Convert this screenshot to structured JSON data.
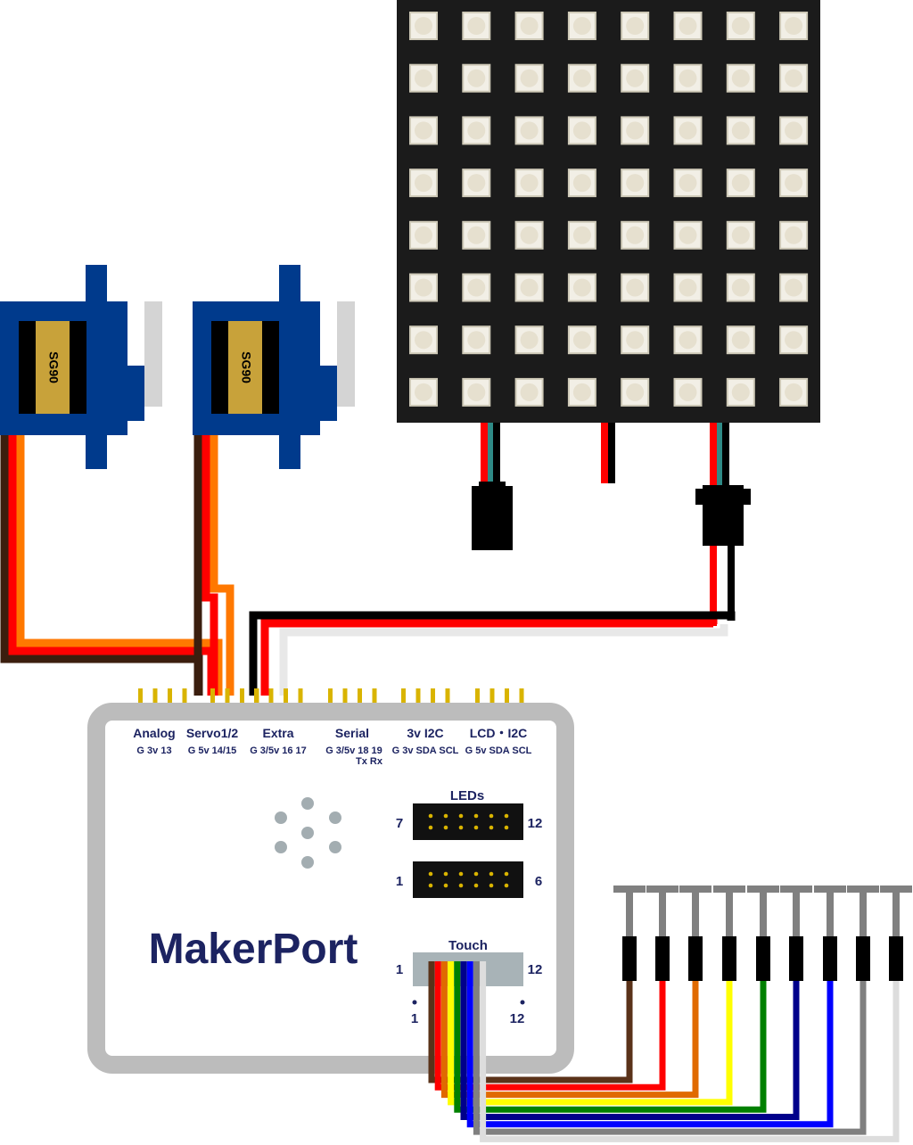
{
  "board": {
    "name": "MakerPort",
    "ports": [
      {
        "title": "Analog",
        "pins": "G 3v 13",
        "pins2": ""
      },
      {
        "title": "Servo1/2",
        "pins": "G 5v 14/15",
        "pins2": ""
      },
      {
        "title": "Extra",
        "pins": "G 3/5v 16 17",
        "pins2": ""
      },
      {
        "title": "Serial",
        "pins": "G 3/5v 18 19",
        "pins2": "Tx Rx"
      },
      {
        "title": "3v I2C",
        "pins": "G 3v SDA SCL",
        "pins2": ""
      },
      {
        "title": "LCD・I2C",
        "pins": "G 5v SDA SCL",
        "pins2": ""
      }
    ],
    "leds": {
      "title": "LEDs",
      "top_left": "7",
      "top_right": "12",
      "bottom_left": "1",
      "bottom_right": "6"
    },
    "touch": {
      "title": "Touch",
      "left": "1",
      "right": "12",
      "dot_left": "1",
      "dot_right": "12"
    }
  },
  "servos": [
    {
      "label": "SG90"
    },
    {
      "label": "SG90"
    }
  ],
  "matrix": {
    "rows": 8,
    "cols": 8
  },
  "colors": {
    "board_frame": "#bcbcbc",
    "text": "#1c2361",
    "servo_body": "#003a8c",
    "servo_label": "#c8a23a",
    "matrix_bg": "#1b1b1b",
    "pin_gold": "#d9b400",
    "wire_brown": "#3b1e0e",
    "wire_red": "#ff0000",
    "wire_orange": "#ff7800",
    "wire_black": "#000000",
    "wire_white": "#e8e8e8",
    "wire_teal": "#2f8a86"
  },
  "touch_wires": [
    "#5a3219",
    "#ff0000",
    "#e06a00",
    "#ffff00",
    "#008000",
    "#00008b",
    "#0000ff",
    "#808080",
    "#dddddd"
  ]
}
